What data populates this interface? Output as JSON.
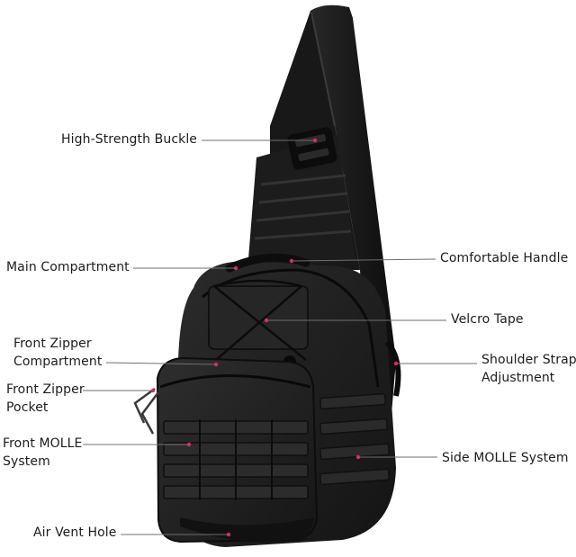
{
  "callouts": [
    {
      "id": "buckle",
      "lines": [
        "High-Strength Buckle"
      ]
    },
    {
      "id": "handle",
      "lines": [
        "Comfortable Handle"
      ]
    },
    {
      "id": "main",
      "lines": [
        "Main Compartment"
      ]
    },
    {
      "id": "velcro",
      "lines": [
        "Velcro Tape"
      ]
    },
    {
      "id": "front_zip_comp",
      "lines": [
        "Front Zipper",
        "Compartment"
      ]
    },
    {
      "id": "strap_adjust",
      "lines": [
        "Shoulder Strap",
        "Adjustment"
      ]
    },
    {
      "id": "front_zip_pocket",
      "lines": [
        "Front Zipper",
        "Pocket"
      ]
    },
    {
      "id": "front_molle",
      "lines": [
        "Front MOLLE",
        "System"
      ]
    },
    {
      "id": "side_molle",
      "lines": [
        "Side MOLLE System"
      ]
    },
    {
      "id": "air_vent",
      "lines": [
        "Air Vent Hole"
      ]
    }
  ],
  "colors": {
    "bag": "#1e1e1e",
    "bag_shadow": "#111111",
    "bag_highlight": "#3a3a3a",
    "webbing": "#2c2c2c",
    "leader_line": "#6f6f6f",
    "leader_dot": "#d0306a",
    "text": "#1c1c1c"
  }
}
